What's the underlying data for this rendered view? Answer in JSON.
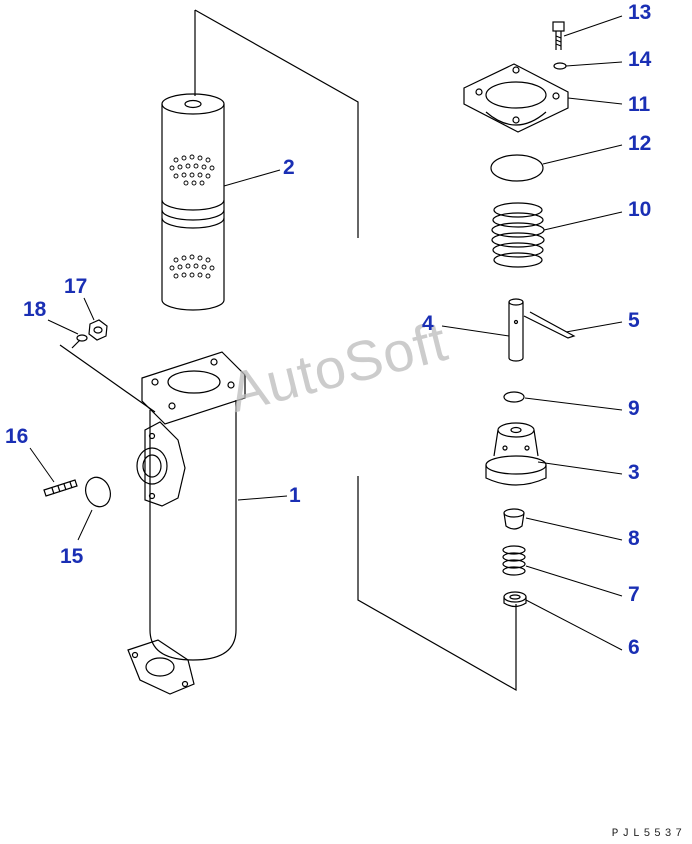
{
  "watermark": "AutoSoft",
  "drawing_code": "PJL5537",
  "callouts": {
    "c1": "1",
    "c2": "2",
    "c3": "3",
    "c4": "4",
    "c5": "5",
    "c6": "6",
    "c7": "7",
    "c8": "8",
    "c9": "9",
    "c10": "10",
    "c11": "11",
    "c12": "12",
    "c13": "13",
    "c14": "14",
    "c15": "15",
    "c16": "16",
    "c17": "17",
    "c18": "18"
  },
  "colors": {
    "callout": "#1a2fb4",
    "line": "#000000",
    "watermark": "#bcbcbc"
  }
}
